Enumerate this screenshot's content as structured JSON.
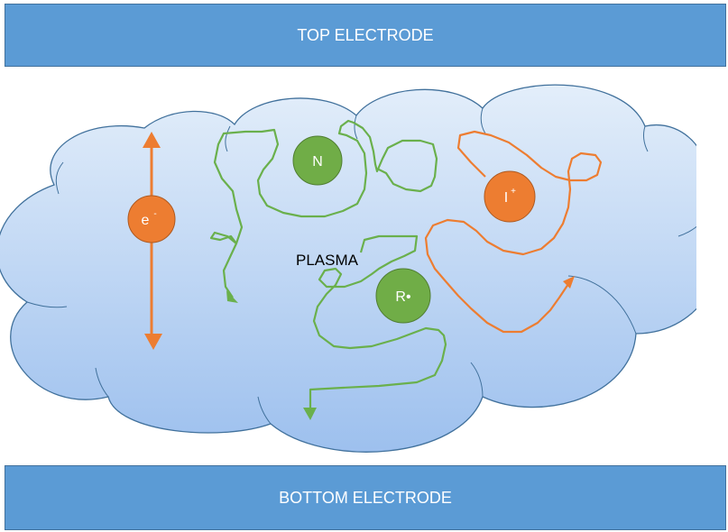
{
  "electrodes": {
    "top_label": "TOP ELECTRODE",
    "bottom_label": "BOTTOM ELECTRODE"
  },
  "plasma": {
    "label": "PLASMA"
  },
  "particles": {
    "electron": {
      "symbol": "e",
      "superscript": "-"
    },
    "neutral": {
      "label": "N"
    },
    "radical": {
      "label": "R•"
    },
    "ion": {
      "symbol": "I",
      "superscript": "+"
    }
  },
  "colors": {
    "electrode": "#5b9bd5",
    "cloud_top": "#dce9f8",
    "cloud_bottom": "#9fc2ee",
    "cloud_outline": "#41719c",
    "orange": "#ed7d31",
    "green": "#70ad47",
    "green_path": "#6ab04c"
  }
}
